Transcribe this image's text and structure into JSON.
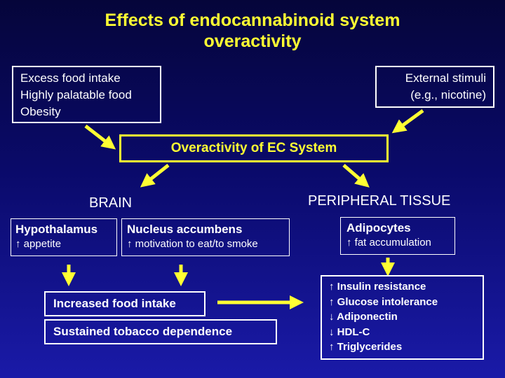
{
  "title": {
    "line1": "Effects of endocannabinoid system",
    "line2": "overactivity"
  },
  "inputs_left": [
    "Excess food intake",
    "Highly palatable food",
    "Obesity"
  ],
  "inputs_right": [
    "External stimuli",
    "(e.g., nicotine)"
  ],
  "center_box": "Overactivity of EC System",
  "brain": {
    "label": "BRAIN",
    "hypothalamus": {
      "title": "Hypothalamus",
      "arrow": "↑",
      "effect": "appetite"
    },
    "accumbens": {
      "title": "Nucleus accumbens",
      "arrow": "↑",
      "effect": "motivation to eat/to smoke"
    },
    "outcome1": "Increased food intake",
    "outcome2": "Sustained tobacco dependence"
  },
  "peripheral": {
    "label": "PERIPHERAL TISSUE",
    "adipocytes": {
      "title": "Adipocytes",
      "arrow": "↑",
      "effect": "fat accumulation"
    },
    "effects": [
      {
        "arrow": "↑",
        "text": "Insulin resistance"
      },
      {
        "arrow": "↑",
        "text": "Glucose intolerance"
      },
      {
        "arrow": "↓",
        "text": "Adiponectin"
      },
      {
        "arrow": "↓",
        "text": "HDL-C"
      },
      {
        "arrow": "↑",
        "text": "Triglycerides"
      }
    ]
  },
  "colors": {
    "accent": "#ffff33",
    "text": "#ffffff"
  }
}
